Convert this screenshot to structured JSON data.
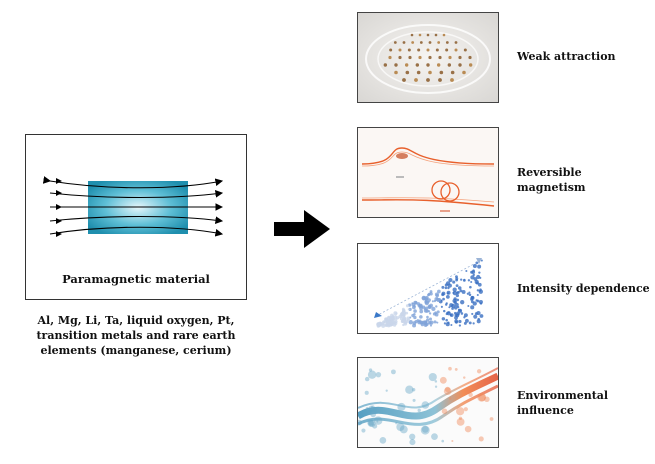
{
  "main": {
    "caption": "Paramagnetic material",
    "examples": "Al, Mg, Li, Ta, liquid oxygen, Pt, transition metals and rare earth elements (manganese, cerium)"
  },
  "properties": [
    {
      "label": "Weak attraction",
      "icon": "particle-grid-illustration"
    },
    {
      "label": "Reversible magnetism",
      "icon": "field-loop-illustration"
    },
    {
      "label": "Intensity dependence",
      "icon": "rising-dots-illustration"
    },
    {
      "label": "Environmental influence",
      "icon": "swirl-wave-illustration"
    }
  ],
  "colors": {
    "material_fill": "#2a9db8",
    "arrow": "#000000",
    "accent_orange": "#e8602c",
    "accent_blue": "#3a78c8"
  }
}
